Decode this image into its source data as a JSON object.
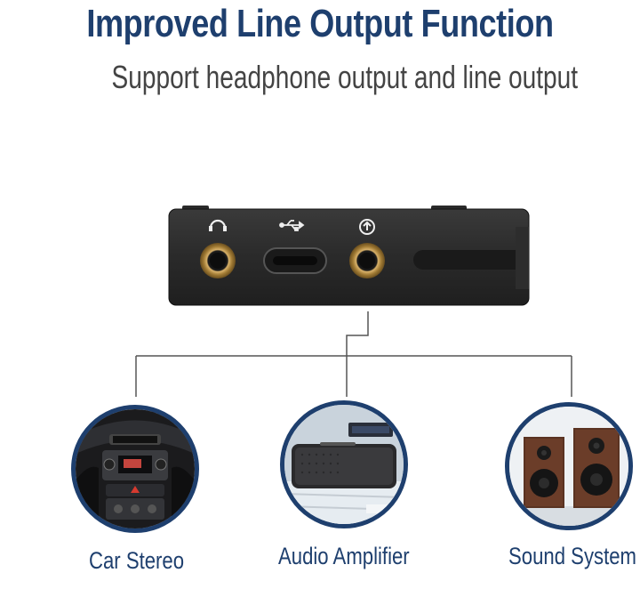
{
  "header": {
    "title": "Improved Line Output Function",
    "subtitle": "Support headphone output and line output"
  },
  "colors": {
    "title": "#1e3f6e",
    "subtitle": "#444444",
    "accent": "#1e3f6e",
    "connector": "#555555",
    "device_body": "#2b2b2b"
  },
  "device": {
    "ports": [
      {
        "icon": "headphone-icon",
        "type": "3.5mm jack"
      },
      {
        "icon": "usb-icon",
        "type": "USB-C"
      },
      {
        "icon": "line-out-icon",
        "type": "3.5mm jack"
      }
    ]
  },
  "applications": [
    {
      "label": "Car Stereo",
      "icon": "car-stereo-image"
    },
    {
      "label": "Audio Amplifier",
      "icon": "bluetooth-speaker-image"
    },
    {
      "label": "Sound System",
      "icon": "bookshelf-speakers-image"
    }
  ]
}
